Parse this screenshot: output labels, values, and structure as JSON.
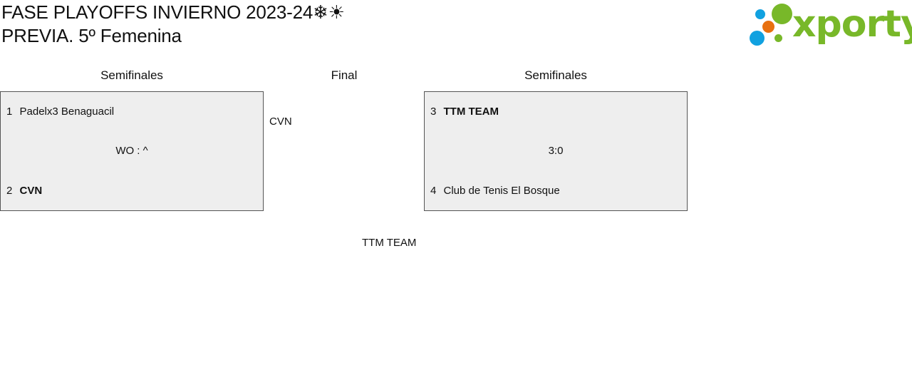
{
  "header": {
    "title_line1": "FASE PLAYOFFS INVIERNO 2023-24❄☀",
    "title_line2": "PREVIA. 5º Femenina"
  },
  "logo": {
    "wordmark": "xporty",
    "colors": {
      "green": "#78b829",
      "blue": "#11a1e0",
      "orange": "#e8700f"
    }
  },
  "columns": {
    "left": "Semifinales",
    "final": "Final",
    "right": "Semifinales"
  },
  "matches": [
    {
      "team1": {
        "seed": "1",
        "name": "Padelx3 Benaguacil",
        "winner": false
      },
      "team2": {
        "seed": "2",
        "name": "CVN",
        "winner": true
      },
      "score": "WO : ^"
    },
    {
      "team1": {
        "seed": "3",
        "name": "TTM TEAM",
        "winner": true
      },
      "team2": {
        "seed": "4",
        "name": "Club de Tenis El Bosque",
        "winner": false
      },
      "score": "3:0"
    }
  ],
  "final": {
    "left_finalist": "CVN",
    "champion": "TTM TEAM"
  },
  "colors": {
    "box_background": "#eeeeee",
    "box_border": "#555555"
  }
}
